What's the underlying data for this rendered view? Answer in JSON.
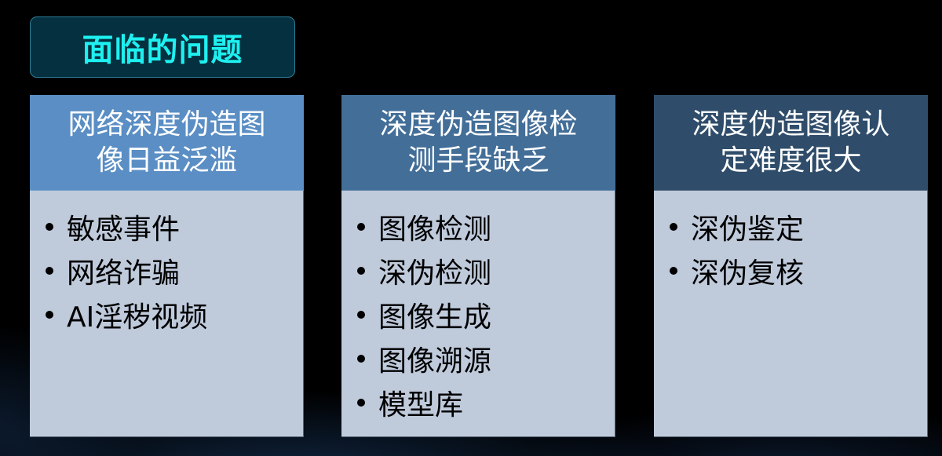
{
  "title": "面临的问题",
  "colors": {
    "background": "#000000",
    "title_box_bg": "#04303F",
    "title_text": "#1EF0F0",
    "body_bg": "#BFCADB",
    "header_text": "#FFFFFF",
    "bullet_text": "#000000"
  },
  "columns": [
    {
      "header_lines": [
        "网络深度伪造图",
        "像日益泛滥"
      ],
      "header_color": "#5A8EC4",
      "items": [
        "敏感事件",
        "网络诈骗",
        "AI淫秽视频"
      ]
    },
    {
      "header_lines": [
        "深度伪造图像检",
        "测手段缺乏"
      ],
      "header_color": "#436E98",
      "items": [
        "图像检测",
        "深伪检测",
        "图像生成",
        "图像溯源",
        "模型库"
      ]
    },
    {
      "header_lines": [
        "深度伪造图像认",
        "定难度很大"
      ],
      "header_color": "#2F4D6A",
      "items": [
        "深伪鉴定",
        "深伪复核"
      ]
    }
  ]
}
